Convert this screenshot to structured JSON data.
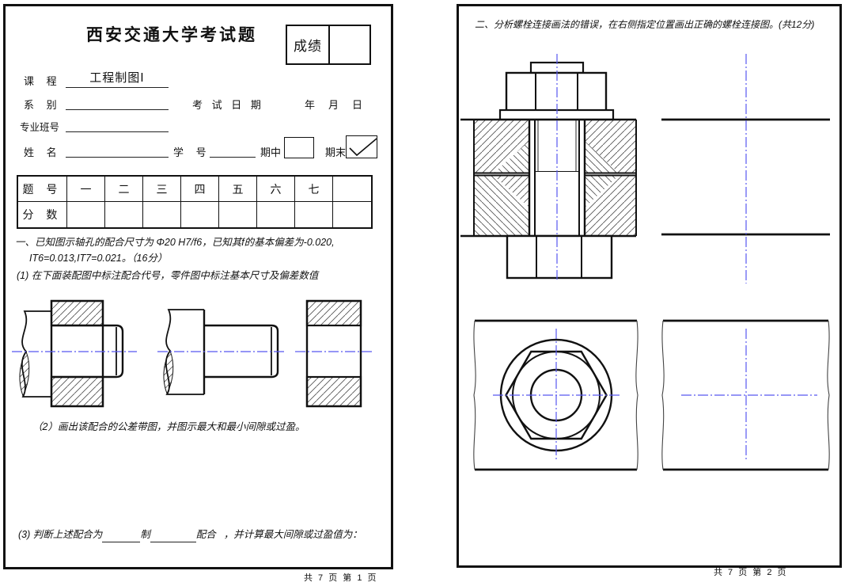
{
  "colors": {
    "line": "#111111",
    "centerline": "#5757f0",
    "hatch": "#555555",
    "paper": "#ffffff"
  },
  "page1": {
    "title": "西安交通大学考试题",
    "score_box_label": "成绩",
    "form": {
      "course_label": "课 程",
      "course_value": "工程制图Ⅰ",
      "dept_label": "系 别",
      "exam_date_label": "考 试 日 期",
      "date_ymd": "年　月　日",
      "class_label": "专业班号",
      "name_label": "姓 名",
      "student_id_label": "学 号",
      "midterm_label": "期中",
      "final_label": "期末"
    },
    "score_table": {
      "row1_label": "题 号",
      "questions": [
        "一",
        "二",
        "三",
        "四",
        "五",
        "六",
        "七",
        ""
      ],
      "row2_label": "分 数",
      "scores": [
        "",
        "",
        "",
        "",
        "",
        "",
        "",
        ""
      ]
    },
    "question1": {
      "line1": "一、已知图示轴孔的配合尺寸为  Φ20 H7/f6，已知其f的基本偏差为-0.020,",
      "line2": "IT6=0.013,IT7=0.021。（16分）",
      "sub1": "(1)  在下面装配图中标注配合代号，零件图中标注基本尺寸及偏差数值",
      "sub2": "（2）画出该配合的公差带图，并图示最大和最小间隙或过盈。",
      "sub3_part1": "(3) 判断上述配合为",
      "sub3_part2": "制",
      "sub3_part3": "配合",
      "sub3_part4": "，并计算最大间隙或过盈值为："
    },
    "footer": "共 7 页 第 1 页"
  },
  "page2": {
    "heading": "二、分析螺栓连接画法的错误，在右侧指定位置画出正确的螺栓连接图。(共12分)",
    "footer": "共 7 页 第 2 页"
  }
}
